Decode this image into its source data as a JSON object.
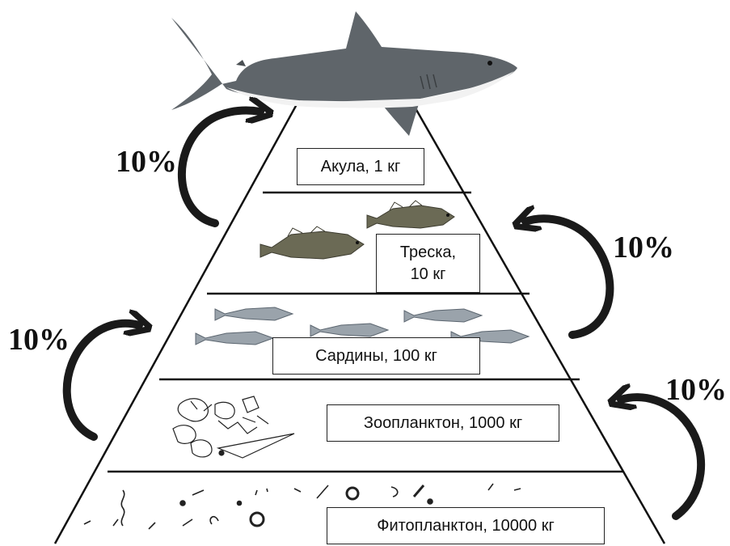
{
  "levels": [
    {
      "id": "shark",
      "label": "Акула, 1 кг"
    },
    {
      "id": "cod",
      "label_line1": "Треска,",
      "label_line2": "10 кг"
    },
    {
      "id": "sardines",
      "label": "Сардины, 100 кг"
    },
    {
      "id": "zooplankton",
      "label": "Зоопланктон, 1000 кг"
    },
    {
      "id": "phytoplankton",
      "label": "Фитопланктон, 10000 кг"
    }
  ],
  "transfers": [
    {
      "id": "phyto-to-zoo",
      "text": "10%"
    },
    {
      "id": "zoo-to-sardine",
      "text": "10%"
    },
    {
      "id": "sardine-to-cod",
      "text": "10%"
    },
    {
      "id": "cod-to-shark",
      "text": "10%"
    }
  ],
  "colors": {
    "line": "#111111",
    "arrow": "#1a1a1a",
    "shark_back": "#5f656a",
    "shark_belly": "#f2f2f2",
    "cod": "#6b6a55",
    "sardine": "#9aa3ab"
  }
}
